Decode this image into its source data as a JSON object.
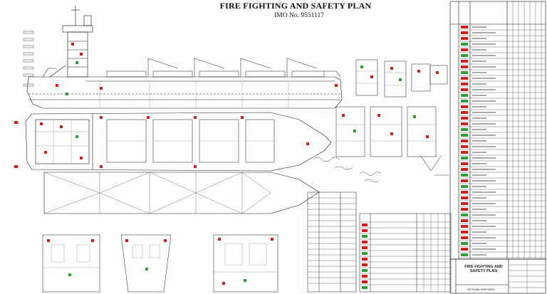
{
  "document": {
    "title": "FIRE FIGHTING AND SAFETY PLAN",
    "imo_label": "IMO No.",
    "imo_number": "9551117"
  },
  "title_block": {
    "title_line1": "FIRE FIGHTING AND",
    "title_line2": "SAFETY PLAN",
    "yard": "VIETNAM SHIPYARD"
  },
  "colors": {
    "line": "#1a1a1a",
    "fire_red": "#d11f1f",
    "safety_green": "#2e9e3a",
    "paper": "#fdfdfb"
  }
}
